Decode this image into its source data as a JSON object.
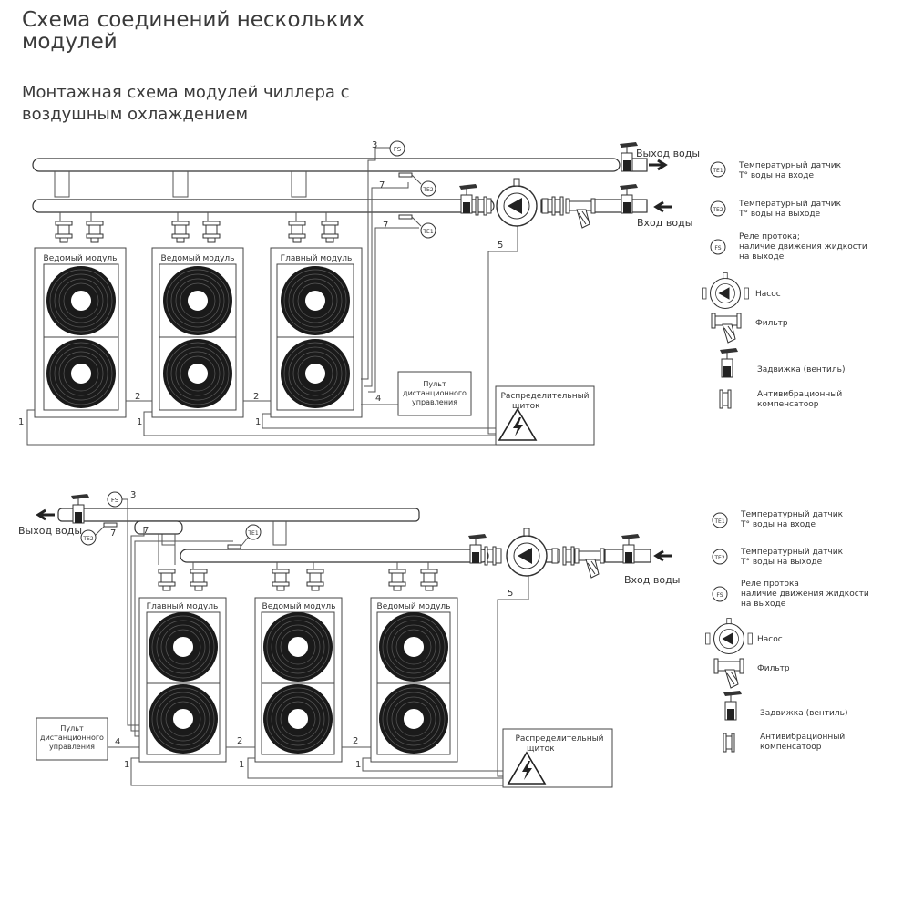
{
  "header": {
    "title": "Схема соединений нескольких модулей",
    "subtitle": "Монтажная схема модулей чиллера с воздушным охлаждением"
  },
  "diagram1": {
    "outlet": "Выход воды",
    "inlet": "Вход воды",
    "modules": [
      "Ведомый модуль",
      "Ведомый модуль",
      "Главный модуль"
    ],
    "remote": [
      "Пульт",
      "дистанционного",
      "управления"
    ],
    "panel": [
      "Распределительный",
      "щиток"
    ],
    "sensors": {
      "fs": "FS",
      "te2": "TE2",
      "te1": "TE1"
    },
    "numbers": {
      "n3": "3",
      "n7a": "7",
      "n7b": "7",
      "n5": "5",
      "n4": "4",
      "n2a": "2",
      "n2b": "2",
      "n1a": "1",
      "n1b": "1",
      "n1c": "1"
    }
  },
  "diagram2": {
    "outlet": "Выход воды",
    "inlet": "Вход воды",
    "modules": [
      "Главный модуль",
      "Ведомый модуль",
      "Ведомый модуль"
    ],
    "remote": [
      "Пульт",
      "дистанционного",
      "управления"
    ],
    "panel": [
      "Распределительный",
      "щиток"
    ],
    "sensors": {
      "fs": "FS",
      "te2": "TE2",
      "te1": "TE1"
    },
    "numbers": {
      "n3": "3",
      "n7a": "7",
      "n7b": "7",
      "n5": "5",
      "n4": "4",
      "n2a": "2",
      "n2b": "2",
      "n1a": "1",
      "n1b": "1",
      "n1c": "1"
    }
  },
  "legend1": {
    "te1": [
      "Температурный датчик",
      "T° воды на входе"
    ],
    "te2": [
      "Температурный датчик",
      "T° воды на выходе"
    ],
    "fs": [
      "Реле протока;",
      "наличие движения жидкости",
      "на выходе"
    ],
    "pump": "Насос",
    "filter": "Фильтр",
    "valve": "Задвижка (вентиль)",
    "comp": [
      "Антивибрационный",
      "компенсатоор"
    ],
    "icons": {
      "te1": "TE1",
      "te2": "TE2",
      "fs": "FS"
    }
  },
  "legend2": {
    "te1": [
      "Температурный датчик",
      "T° воды на входе"
    ],
    "te2": [
      "Температурный датчик",
      "T° воды на выходе"
    ],
    "fs": [
      "Реле протока",
      "наличие движения жидкости",
      "на выходе"
    ],
    "pump": "Насос",
    "filter": "Фильтр",
    "valve": "Задвижка (вентиль)",
    "comp": [
      "Антивибрационный",
      "компенсатоор"
    ],
    "icons": {
      "te1": "TE1",
      "te2": "TE2",
      "fs": "FS"
    }
  },
  "icon_names": [
    "fan-icon",
    "pump-icon",
    "filter-icon",
    "valve-icon",
    "compensator-icon",
    "lightning-icon",
    "arrow-icon"
  ]
}
